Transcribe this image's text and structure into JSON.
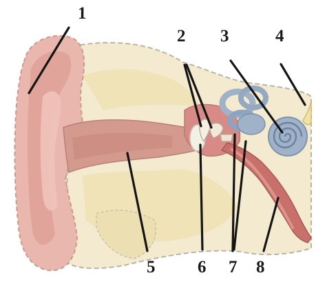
{
  "labels": {
    "l1": "1",
    "l2": "2",
    "l3": "3",
    "l4": "4",
    "l5": "5",
    "l6": "6",
    "l7": "7",
    "l8": "8"
  },
  "colors": {
    "skin": "#e9b7ae",
    "skin_dark": "#d8968e",
    "canal": "#d59a8e",
    "bone": "#f1e7c2",
    "bone_outline": "#b0aaa0",
    "cochlea": "#9fb2c8",
    "cochlea_dark": "#7d92ad",
    "tube": "#c8706a",
    "eardrum": "#f3f0e6",
    "leader": "#141414"
  }
}
